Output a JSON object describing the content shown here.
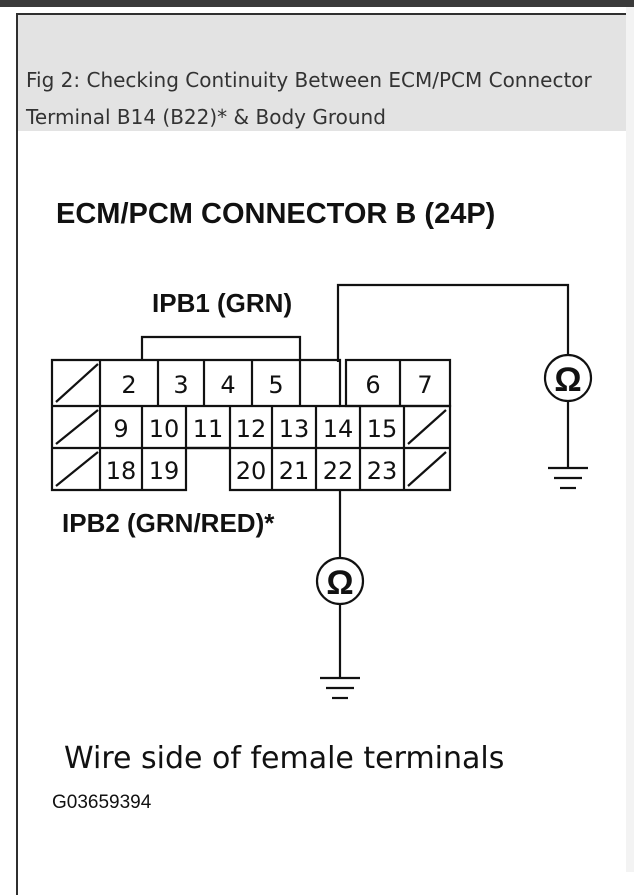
{
  "caption": {
    "text": "Fig 2: Checking Continuity Between ECM/PCM Connector Terminal B14 (B22)* & Body Ground"
  },
  "diagram": {
    "title": "ECM/PCM CONNECTOR B (24P)",
    "ipb1_label": "IPB1 (GRN)",
    "ipb2_label": "IPB2 (GRN/RED)*",
    "ohm_symbol": "Ω",
    "pins_row1": [
      "2",
      "3",
      "4",
      "5",
      "6",
      "7"
    ],
    "pins_row2": [
      "9",
      "10",
      "11",
      "12",
      "13",
      "14",
      "15"
    ],
    "pins_row3": [
      "18",
      "19",
      "20",
      "21",
      "22",
      "23"
    ],
    "note": "Wire side of female terminals",
    "figure_id": "G03659394"
  }
}
